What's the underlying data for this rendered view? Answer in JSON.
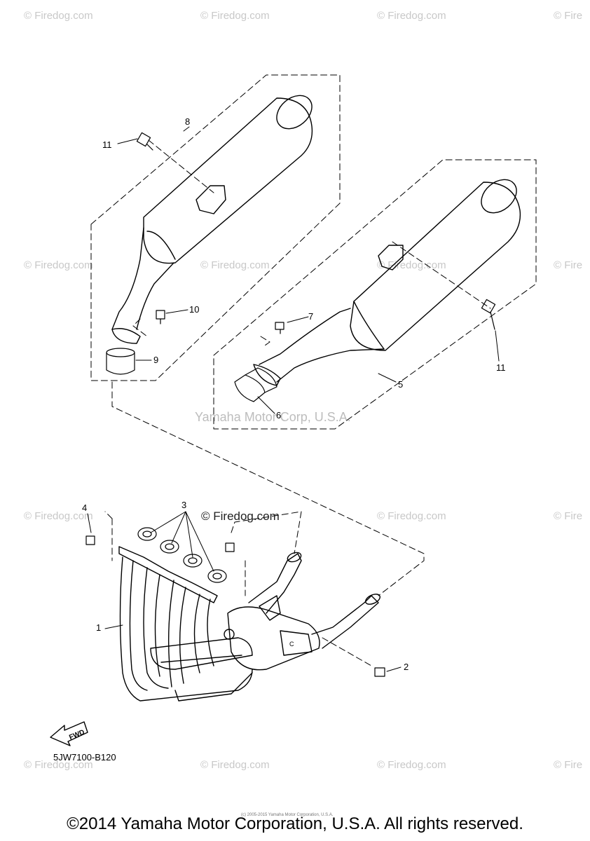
{
  "watermark": "© Firedog.com",
  "watermark_short": "© Fire",
  "center_watermark": "© Firedog.com",
  "yamaha_watermark": "Yamaha Motor Corp, U.S.A.",
  "diagram_code": "5JW7100-B120",
  "fwd_label": "FWD",
  "small_print": "(c) 2005-2015 Yamaha Motor Corporation, U.S.A.",
  "copyright": "©2014 Yamaha Motor Corporation, U.S.A. All rights reserved.",
  "callouts": {
    "c1": "1",
    "c2": "2",
    "c3": "3",
    "c4": "4",
    "c5": "5",
    "c6": "6",
    "c7": "7",
    "c8": "8",
    "c9": "9",
    "c10": "10",
    "c11a": "11",
    "c11b": "11"
  },
  "colors": {
    "ink": "#000000",
    "watermark": "#c8c8c8",
    "background": "#ffffff"
  }
}
